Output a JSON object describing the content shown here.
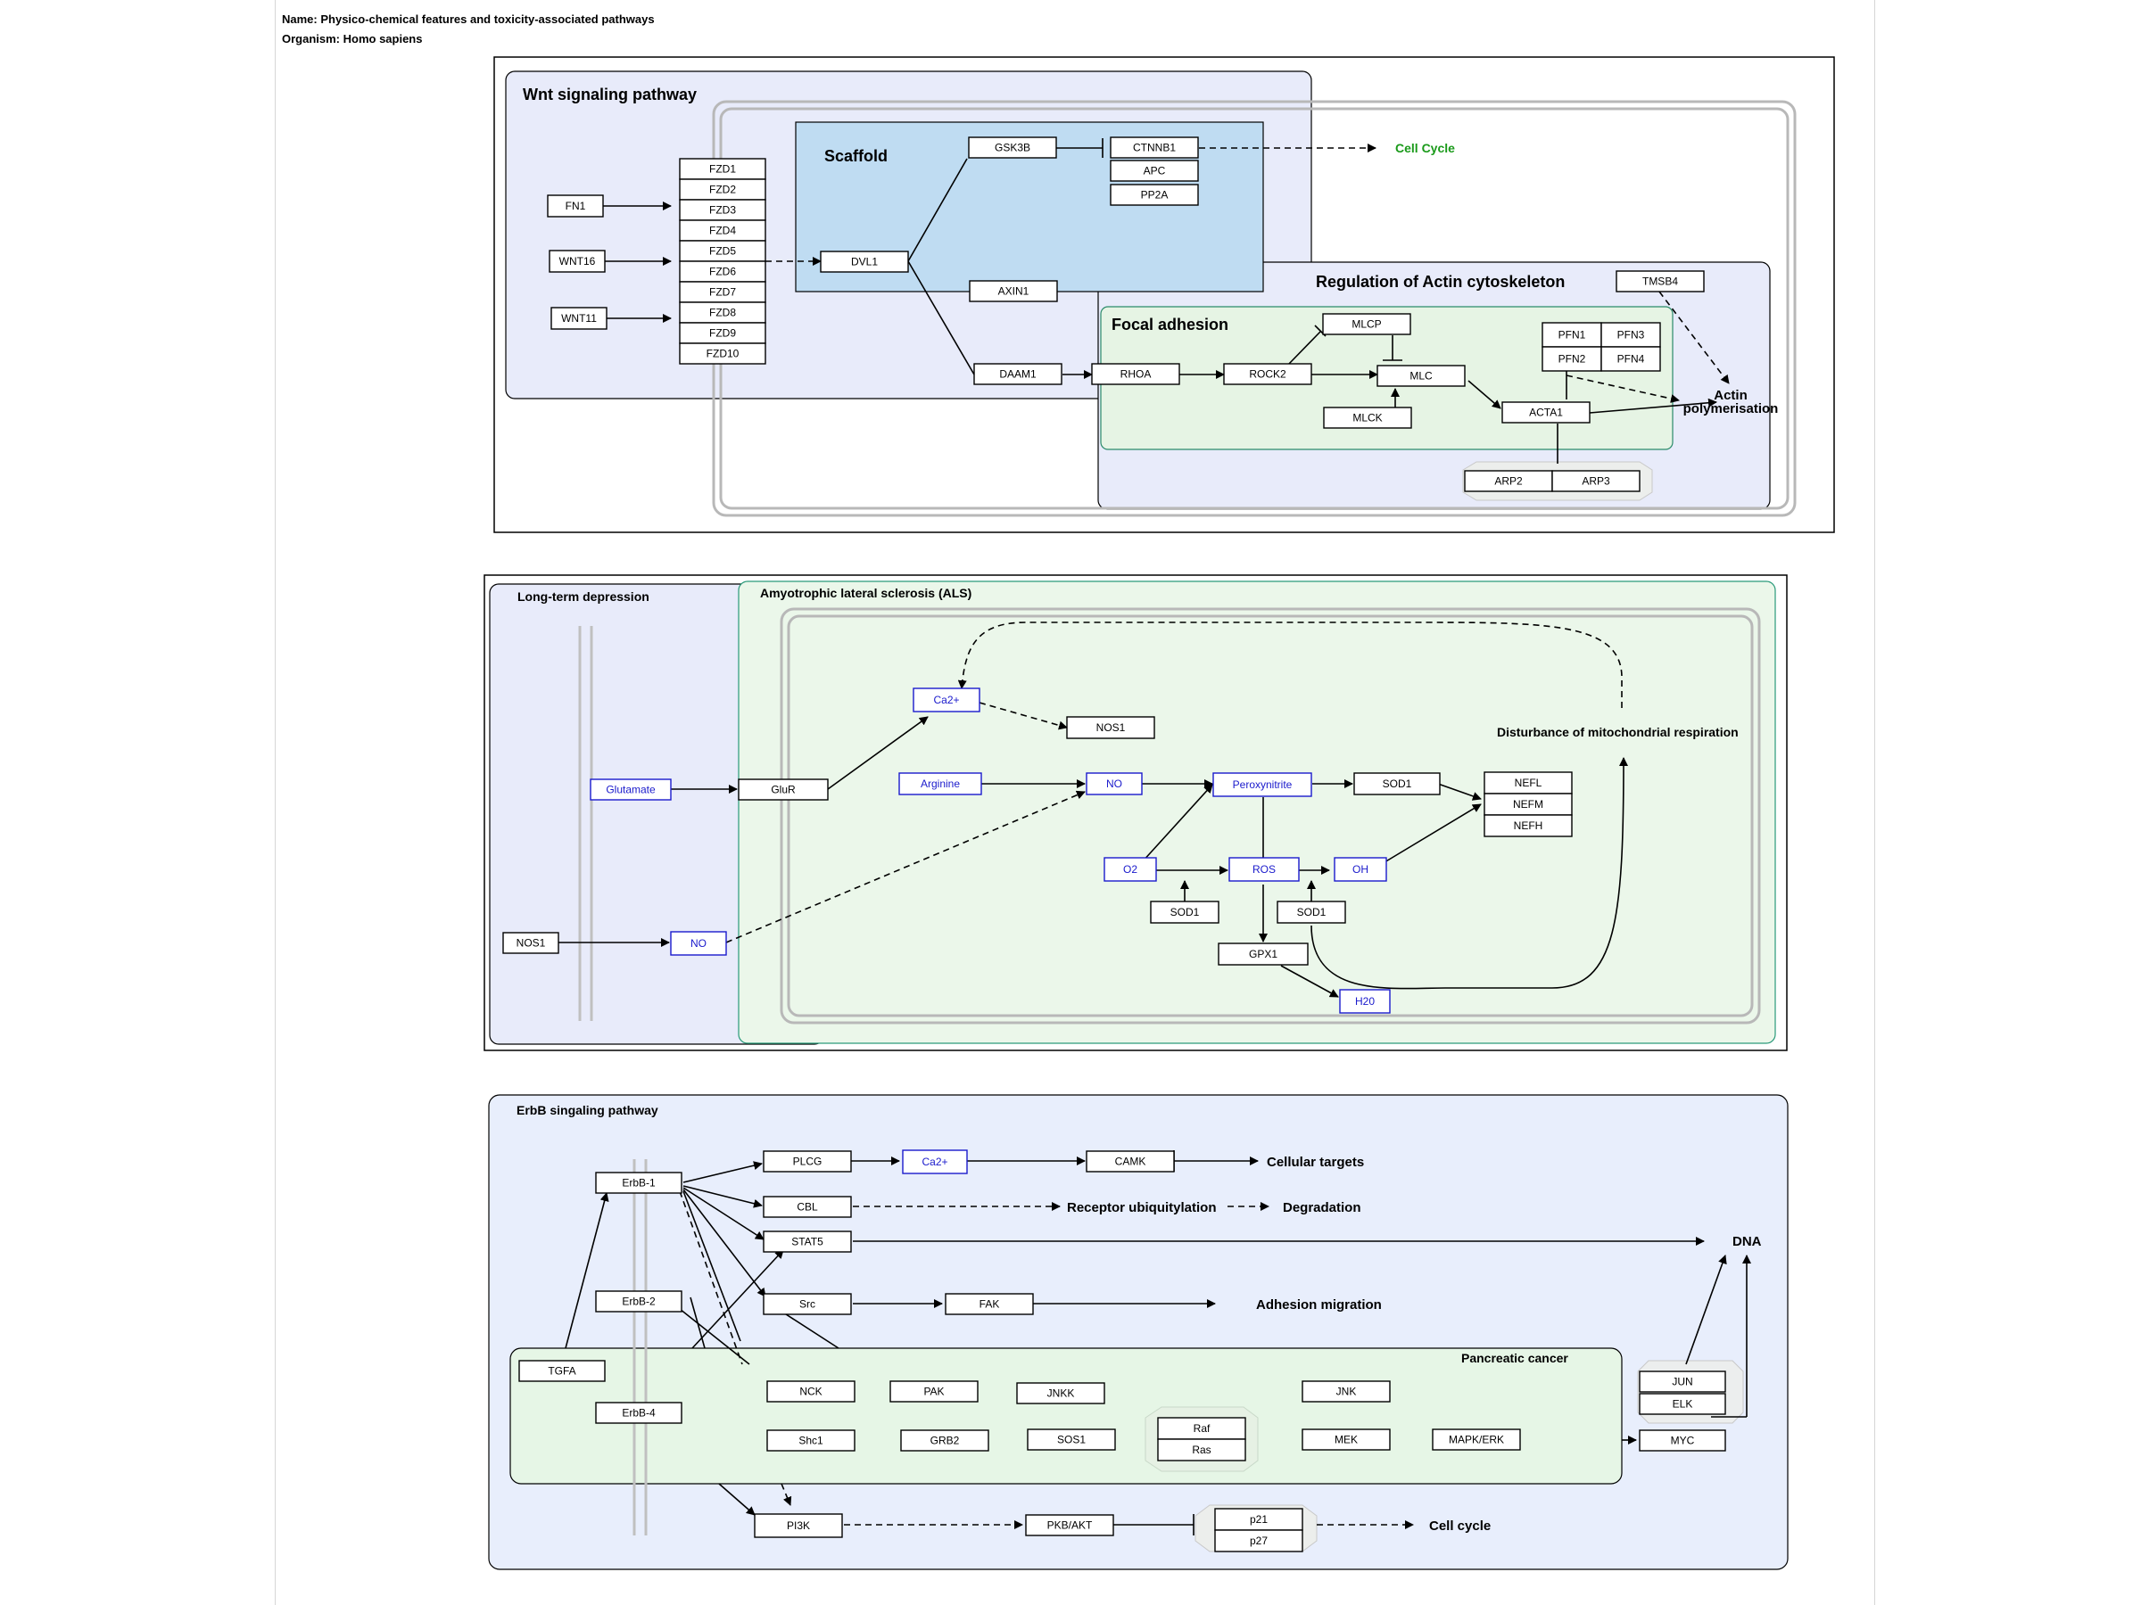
{
  "header": {
    "name_line": "Name: Physico-chemical features and toxicity-associated pathways",
    "organism_line": "Organism: Homo sapiens"
  },
  "colors": {
    "lavender_group": "#e8ebfa",
    "scaffold_blue": "#bfdcf2",
    "als_green": "#ebf7ea",
    "node_border": "#000000",
    "metabolite_blue": "#1a1acc",
    "cell_cycle_green": "#1a9a1a",
    "ring_gray": "#b8b8b8"
  },
  "groups": {
    "wnt": "Wnt signaling pathway",
    "scaffold": "Scaffold",
    "focal": "Focal adhesion",
    "actin": "Regulation of Actin cytoskeleton",
    "ltd": "Long-term depression",
    "als": "Amyotrophic lateral sclerosis (ALS)",
    "erbb": "ErbB singaling pathway",
    "pancreatic": "Pancreatic cancer"
  },
  "labels": {
    "cell_cycle_green": "Cell Cycle",
    "actin_poly_1": "Actin",
    "actin_poly_2": "polymerisation",
    "disturbance": "Disturbance of mitochondrial respiration",
    "cellular_targets": "Cellular targets",
    "receptor_ubiq": "Receptor ubiquitylation",
    "degradation": "Degradation",
    "dna": "DNA",
    "adhesion_migration": "Adhesion migration",
    "cell_cycle": "Cell cycle"
  },
  "nodes": {
    "FN1": "FN1",
    "WNT16": "WNT16",
    "WNT11": "WNT11",
    "FZD1": "FZD1",
    "FZD2": "FZD2",
    "FZD3": "FZD3",
    "FZD4": "FZD4",
    "FZD5": "FZD5",
    "FZD6": "FZD6",
    "FZD7": "FZD7",
    "FZD8": "FZD8",
    "FZD9": "FZD9",
    "FZD10": "FZD10",
    "DVL1": "DVL1",
    "GSK3B": "GSK3B",
    "CTNNB1": "CTNNB1",
    "APC": "APC",
    "PP2A": "PP2A",
    "AXIN1": "AXIN1",
    "DAAM1": "DAAM1",
    "RHOA": "RHOA",
    "ROCK2": "ROCK2",
    "MLCP": "MLCP",
    "MLC": "MLC",
    "MLCK": "MLCK",
    "ACTA1": "ACTA1",
    "TMSB4": "TMSB4",
    "PFN1": "PFN1",
    "PFN3": "PFN3",
    "PFN2": "PFN2",
    "PFN4": "PFN4",
    "ARP2": "ARP2",
    "ARP3": "ARP3",
    "Glutamate": "Glutamate",
    "GluR": "GluR",
    "Ca2a": "Ca2+",
    "NOS1a": "NOS1",
    "Arginine": "Arginine",
    "NOa": "NO",
    "Peroxynitrite": "Peroxynitrite",
    "SOD1a": "SOD1",
    "NEFL": "NEFL",
    "NEFM": "NEFM",
    "NEFH": "NEFH",
    "O2": "O2",
    "ROS": "ROS",
    "OH": "OH",
    "SOD1b": "SOD1",
    "SOD1c": "SOD1",
    "GPX1": "GPX1",
    "H20": "H20",
    "NOS1b": "NOS1",
    "NOb": "NO",
    "ErbB1": "ErbB-1",
    "ErbB2": "ErbB-2",
    "ErbB4": "ErbB-4",
    "TGFA": "TGFA",
    "PLCG": "PLCG",
    "Ca2b": "Ca2+",
    "CAMK": "CAMK",
    "CBL": "CBL",
    "STAT5": "STAT5",
    "Src": "Src",
    "FAK": "FAK",
    "NCK": "NCK",
    "PAK": "PAK",
    "JNKK": "JNKK",
    "JNK": "JNK",
    "Shc1": "Shc1",
    "GRB2": "GRB2",
    "SOS1": "SOS1",
    "Raf": "Raf",
    "Ras": "Ras",
    "MEK": "MEK",
    "MAPKERK": "MAPK/ERK",
    "JUN": "JUN",
    "ELK": "ELK",
    "MYC": "MYC",
    "PI3K": "PI3K",
    "PKBAKT": "PKB/AKT",
    "p21": "p21",
    "p27": "p27"
  }
}
